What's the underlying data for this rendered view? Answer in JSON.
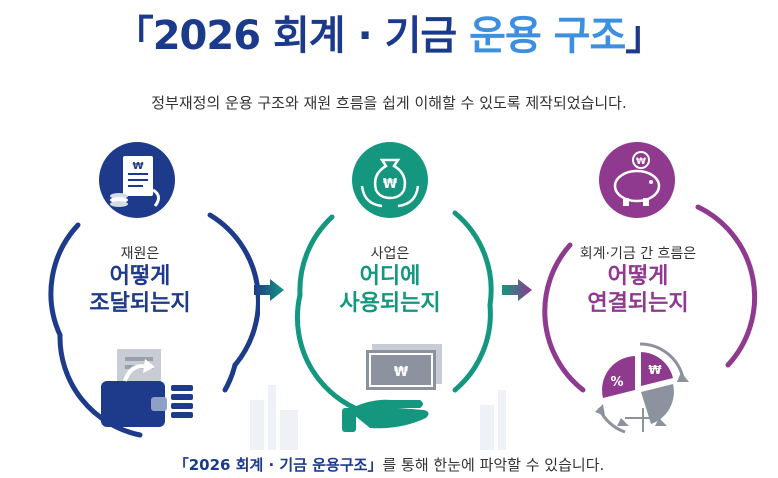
{
  "title": {
    "open_bracket": "「",
    "part1": "2026 회계 · 기금 ",
    "part2": "운용 구조",
    "close_bracket": "」"
  },
  "subtitle": "정부재정의 운용 구조와 재원 흐름을 쉽게 이해할 수 있도록 제작되었습니다.",
  "steps": [
    {
      "label": "재원은",
      "strong_line1": "어떻게",
      "strong_line2": "조달되는지",
      "color": "#1e3a8a",
      "icon": "document-coins-icon"
    },
    {
      "label": "사업은",
      "strong_line1": "어디에",
      "strong_line2": "사용되는지",
      "color": "#15977f",
      "icon": "money-bag-hands-icon"
    },
    {
      "label": "회계·기금 간 흐름은",
      "strong_line1": "어떻게",
      "strong_line2": "연결되는지",
      "color": "#8f3a8f",
      "icon": "piggy-bank-icon"
    }
  ],
  "bottom": {
    "bold_text": "「2026 회계 · 기금 운용구조」",
    "rest_text": "를 통해 한눈에 파악할 수 있습니다."
  },
  "won_symbol": "₩",
  "percent_symbol": "%",
  "colors": {
    "navy": "#1e3a8a",
    "teal": "#15977f",
    "purple": "#8f3a8f",
    "title_light": "#3d8fe0"
  }
}
